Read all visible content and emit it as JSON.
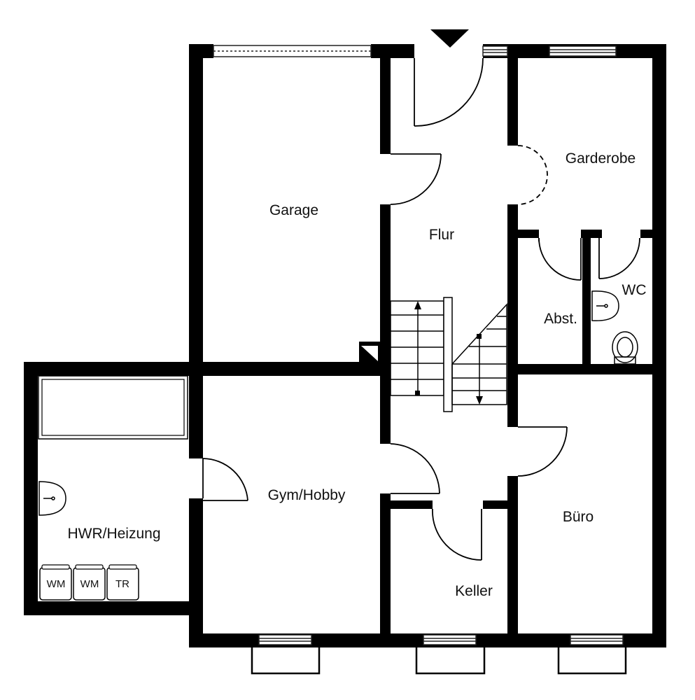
{
  "rooms": {
    "garage": "Garage",
    "flur": "Flur",
    "garderobe": "Garderobe",
    "wc": "WC",
    "abst": "Abst.",
    "gym": "Gym/Hobby",
    "hwr": "HWR/Heizung",
    "buero": "Büro",
    "keller": "Keller"
  },
  "appliances": {
    "wm1": "WM",
    "wm2": "WM",
    "tr": "TR"
  },
  "colors": {
    "wall": "#000000",
    "line": "#222222",
    "background": "#ffffff"
  },
  "icons": {
    "entrance": "entrance-arrow-icon",
    "toilet": "toilet-icon",
    "sink": "sink-icon"
  }
}
